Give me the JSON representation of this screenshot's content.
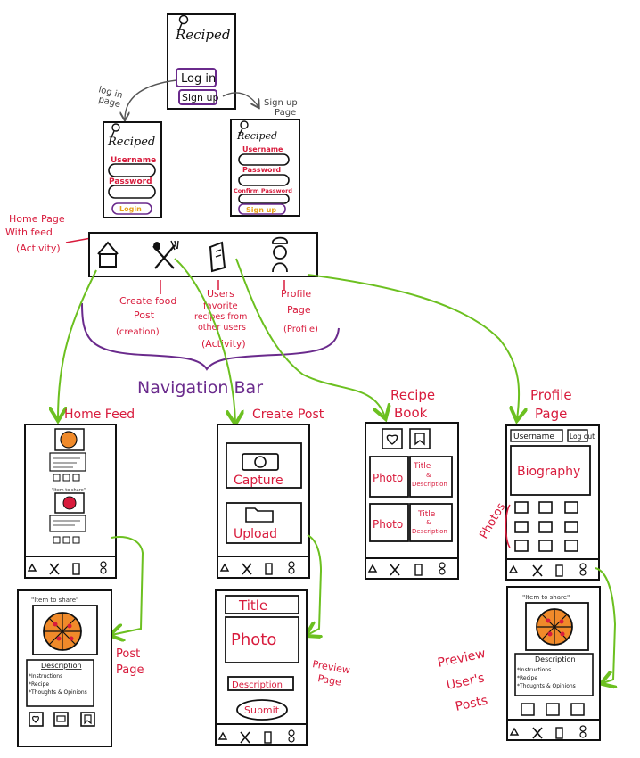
{
  "app_name": "Reciped",
  "login_screen": {
    "login_button": "Log in",
    "signup_button": "Sign up"
  },
  "flow_labels": {
    "login_page": [
      "log in",
      "page"
    ],
    "signup_page": [
      "Sign up",
      "Page"
    ],
    "home_feed_activity": [
      "Home Page",
      "With feed",
      "(Activity)"
    ],
    "create_food_post": [
      "Create food",
      "Post",
      "(creation)"
    ],
    "users_favorite": [
      "Users",
      "favorite",
      "recipes from",
      "other users",
      "(Activity)"
    ],
    "profile_page": [
      "Profile",
      "Page",
      "(Profile)"
    ],
    "navigation_bar": "Navigation Bar",
    "post_page": [
      "Post",
      "Page"
    ],
    "preview_page": [
      "Preview",
      "Page"
    ],
    "preview_users_posts": [
      "Preview",
      "User's",
      "Posts"
    ],
    "photos_side": "Photos"
  },
  "login_page": {
    "username": "Username",
    "password": "Password",
    "login": "Login"
  },
  "signup_page": {
    "username": "Username",
    "password": "Password",
    "confirm_password": "Confirm Password",
    "signup": "Sign up"
  },
  "screens": {
    "home_feed": {
      "title": "Home Feed",
      "post_caption": "\"Item to share\""
    },
    "create_post": {
      "title": "Create Post",
      "capture": "Capture",
      "upload": "Upload"
    },
    "recipe_book": {
      "title": [
        "Recipe",
        "Book"
      ],
      "photo": "Photo",
      "title_desc": [
        "Title",
        "&",
        "Description"
      ]
    },
    "profile_page": {
      "title": [
        "Profile",
        "Page"
      ],
      "username": "Username",
      "logout": "Log out",
      "biography": "Biography"
    }
  },
  "post_detail": {
    "caption": "\"Item to share\"",
    "description": "Description",
    "items": [
      "*Instructions",
      "*Recipe",
      "*Thoughts & Opinions"
    ]
  },
  "preview_post": {
    "title": "Title",
    "photo": "Photo",
    "description": "Description",
    "submit": "Submit"
  },
  "colors": {
    "red": "#d81b3c",
    "purple": "#6a2a8c",
    "green": "#6cc020",
    "gold": "#e8a21a",
    "ink": "#111111"
  }
}
